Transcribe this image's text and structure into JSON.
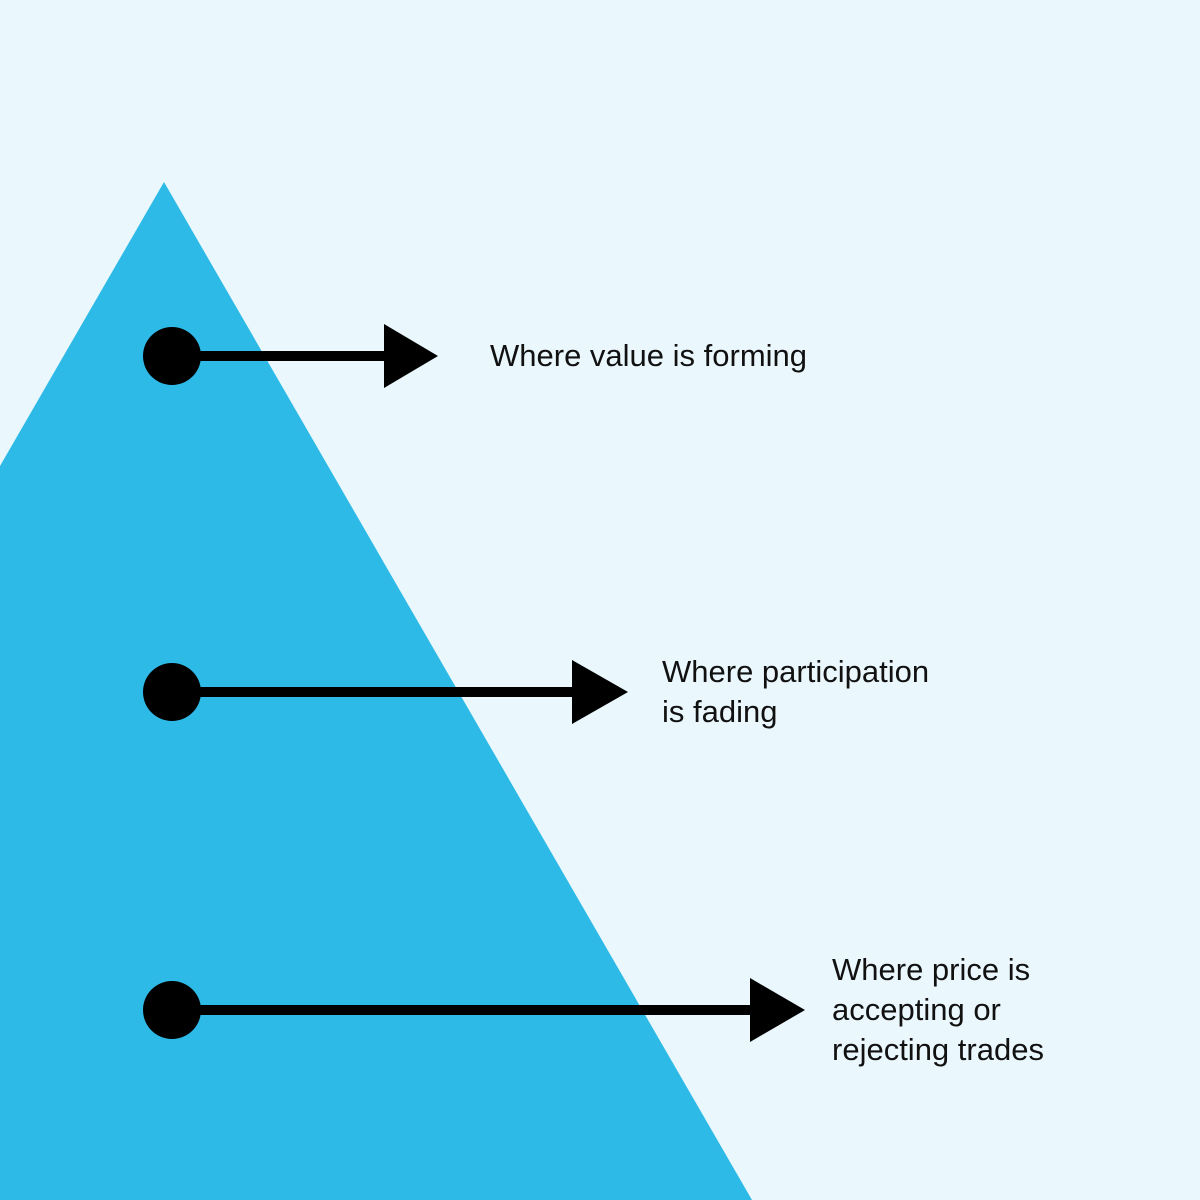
{
  "colors": {
    "background": "#EAF7FD",
    "triangle": "#2EBAE6",
    "arrow": "#000000"
  },
  "items": [
    {
      "lines": [
        "Where value is forming"
      ]
    },
    {
      "lines": [
        "Where participation",
        "is fading"
      ]
    },
    {
      "lines": [
        "Where price is",
        "accepting or",
        "rejecting trades"
      ]
    }
  ]
}
